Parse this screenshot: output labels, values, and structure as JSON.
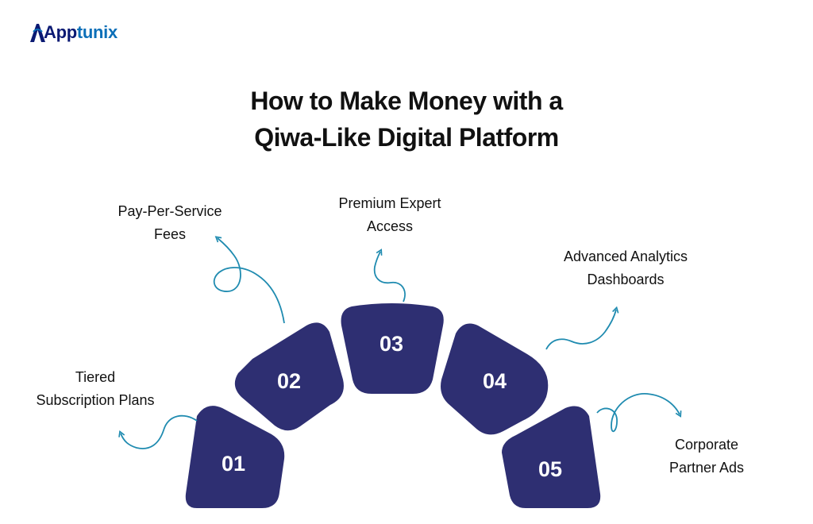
{
  "brand": {
    "name_prefix": "App",
    "name_suffix": "tunix",
    "primary_color": "#0b1a73",
    "accent_color": "#0b6fb8",
    "icon": "apptunix-logo-icon"
  },
  "title": {
    "line1": "How to Make Money with a",
    "line2": "Qiwa-Like Digital Platform"
  },
  "diagram": {
    "shape_color": "#2e2f72",
    "arrow_color": "#1f8bb0",
    "steps": [
      {
        "number": "01",
        "label_line1": "Tiered",
        "label_line2": "Subscription Plans"
      },
      {
        "number": "02",
        "label_line1": "Pay-Per-Service",
        "label_line2": "Fees"
      },
      {
        "number": "03",
        "label_line1": "Premium Expert",
        "label_line2": "Access"
      },
      {
        "number": "04",
        "label_line1": "Advanced Analytics",
        "label_line2": "Dashboards"
      },
      {
        "number": "05",
        "label_line1": "Corporate",
        "label_line2": "Partner Ads"
      }
    ]
  }
}
